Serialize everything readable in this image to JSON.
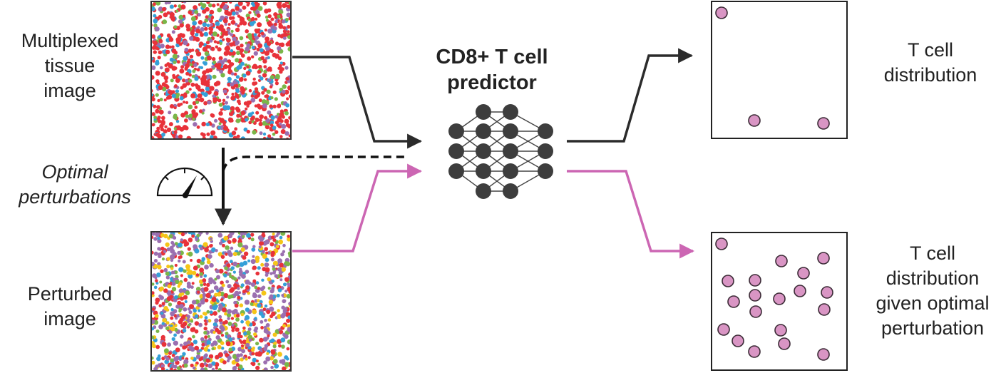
{
  "labels": {
    "input_image": "Multiplexed\ntissue\nimage",
    "perturbations": "Optimal\nperturbations",
    "perturbed_image": "Perturbed\nimage",
    "predictor": "CD8+ T cell\npredictor",
    "output_top": "T cell\ndistribution",
    "output_bottom": "T cell\ndistribution\ngiven optimal\nperturbation"
  },
  "colors": {
    "black_arrow": "#2b2b2b",
    "pink_arrow": "#cc66b3",
    "tcell_fill": "#d995c4",
    "tcell_stroke": "#3a2a35",
    "node_fill": "#3d3d3d",
    "cell_palette_original": [
      "#e8323a",
      "#e8323a",
      "#e8323a",
      "#e8323a",
      "#e8323a",
      "#34a0d8",
      "#7ab648",
      "#9b6fb0"
    ],
    "cell_palette_perturbed": [
      "#e8323a",
      "#e8323a",
      "#9b6fb0",
      "#9b6fb0",
      "#9b6fb0",
      "#f5c518",
      "#7ab648",
      "#34a0d8"
    ]
  },
  "icons": {
    "gauge": "speedometer-gauge-icon",
    "network": "neural-network-icon"
  }
}
